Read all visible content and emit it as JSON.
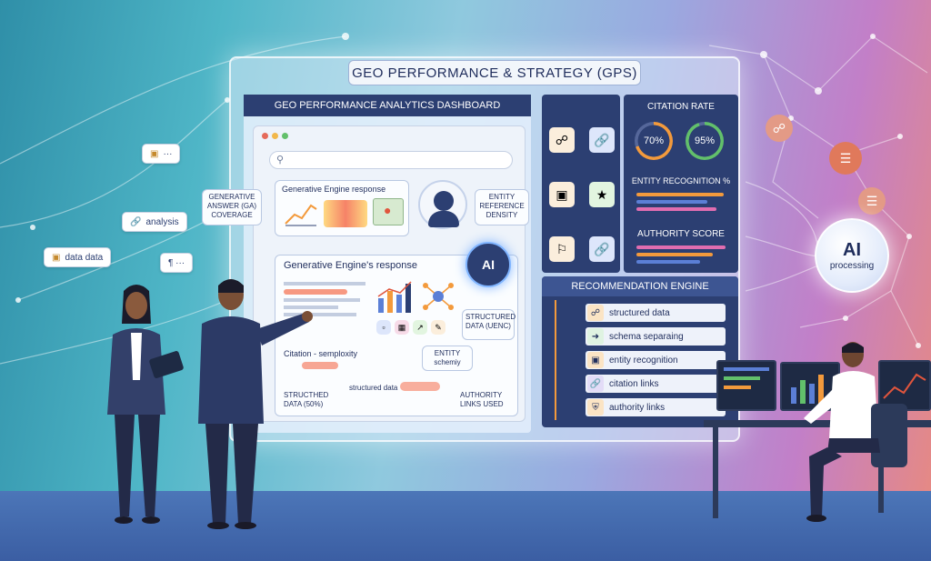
{
  "header": {
    "title": "GEO PERFORMANCE & STRATEGY (GPS)"
  },
  "dashboard": {
    "title": "GEO PERFORMANCE ANALYTICS DASHBOARD",
    "response_card_title": "Generative Engine response",
    "response_card2_title": "Generative Engine's response",
    "callout_ga": "GENERATIVE ANSWER (GA) COVERAGE",
    "callout_entity_density": "ENTITY REFERENCE DENSITY",
    "callout_structured_uenc": "STRUCTURED DATA (UENC)",
    "callout_entity_schema": "ENTITY schemiy",
    "callout_citation": "Citation - semploxity",
    "callout_structhed": "STRUCTHED DATA (50%)",
    "callout_structured_small": "structured data",
    "callout_authority_links": "AUTHORITY LINKS USED",
    "ai_chip": "AI"
  },
  "metrics": {
    "citation_rate_title": "CITATION RATE",
    "citation_rate_a": "70%",
    "citation_rate_b": "95%",
    "citation_rate_a_fraction": 0.7,
    "citation_rate_b_fraction": 0.95,
    "entity_recognition_title": "ENTITY RECOGNITION %",
    "authority_score_title": "AUTHORITY SCORE"
  },
  "recommendation": {
    "title": "RECOMMENDATION ENGINE",
    "items": [
      {
        "label": "structured data",
        "icon": "network-icon"
      },
      {
        "label": "schema separaing",
        "icon": "arrow-icon"
      },
      {
        "label": "entity recognition",
        "icon": "cube-icon"
      },
      {
        "label": "citation links",
        "icon": "link-icon"
      },
      {
        "label": "authority links",
        "icon": "shield-icon"
      }
    ]
  },
  "floating": {
    "chip_dots": "···",
    "chip_analysis": "analysis",
    "chip_data": "data data",
    "chip_para": "¶ ···"
  },
  "ai_orb": {
    "title": "AI",
    "subtitle": "processing"
  },
  "colors": {
    "navy": "#2c3f72",
    "orange": "#f39a3c",
    "accent_blue": "#5b7fd6"
  }
}
